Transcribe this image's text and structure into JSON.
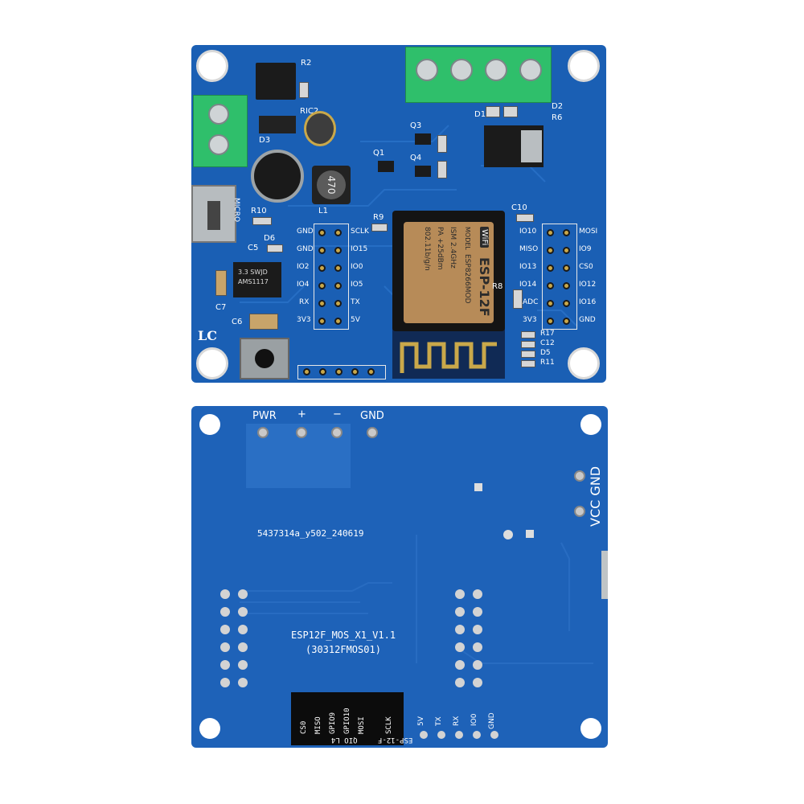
{
  "top_board": {
    "chip_r2": "R2",
    "chip_ric2": "RIC2",
    "d3": "D3",
    "d1": "D1",
    "d2": "D2",
    "r6": "R6",
    "q3": "Q3",
    "q1": "Q1",
    "q4": "Q4",
    "inductor_value": "470",
    "l1": "L1",
    "r10": "R10",
    "d6": "D6",
    "c5": "C5",
    "r9": "R9",
    "c10": "C10",
    "micro": "MICRO",
    "c7": "C7",
    "c6": "C6",
    "r8": "R8",
    "ldo_text_1": "3.3 SWJD",
    "ldo_text_2": "AMS1117",
    "logo": "LC",
    "left_header_labels_left": [
      "GND",
      "GND",
      "IO2",
      "IO4",
      "RX",
      "3V3"
    ],
    "left_header_labels_right": [
      "SCLK",
      "IO15",
      "IO0",
      "IO5",
      "TX",
      "5V"
    ],
    "right_header_labels_left": [
      "IO10",
      "MISO",
      "IO13",
      "IO14",
      "ADC",
      "3V3"
    ],
    "right_header_labels_right": [
      "MOSI",
      "IO9",
      "CS0",
      "IO12",
      "IO16",
      "GND"
    ],
    "module": {
      "wifi": "WiFi",
      "title": "ESP-12F",
      "model_label": "MODEL",
      "model": "ESP8266MOD",
      "ism": "ISM 2.4GHz",
      "pa": "PA +25dBm",
      "std": "802.11b/g/n"
    },
    "bottom_right_labels": [
      "R17",
      "C12",
      "D5",
      "R11"
    ]
  },
  "bottom_board": {
    "pwr_labels": [
      "PWR",
      "+",
      "−",
      "GND"
    ],
    "vcc_gnd": "VCC GND",
    "lot_code": "5437314a_y502_240619",
    "name": "ESP12F_MOS_X1_V1.1",
    "code": "(30312FMOS01)",
    "module_pins": [
      "CS0",
      "MISO",
      "GPIO9",
      "GPIO10",
      "MOSI",
      "SCLK"
    ],
    "module_label_left": "QIO L4",
    "module_label_right": "ESP-12-F",
    "pin_labels": [
      "5V",
      "TX",
      "RX",
      "IO0",
      "GND"
    ]
  }
}
